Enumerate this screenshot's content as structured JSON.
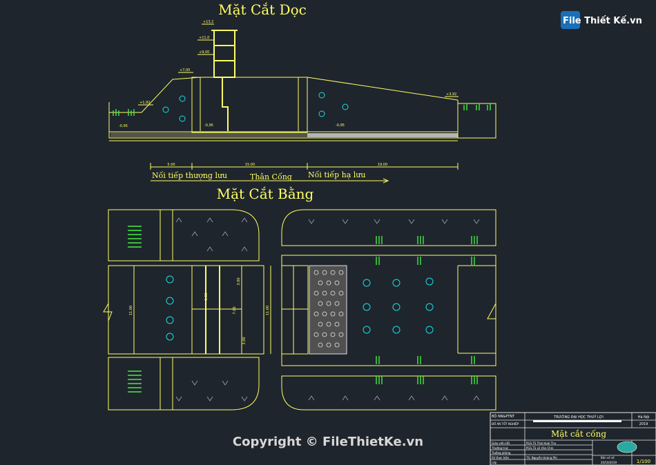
{
  "titles": {
    "section": "Mặt Cắt Dọc",
    "plan": "Mặt Cắt Bằng"
  },
  "elevations": [
    "+13,2",
    "+11,0",
    "+9,00",
    "+7,00",
    "+1,92",
    "-0,95",
    "-0,95",
    "-0,95",
    "+3,92"
  ],
  "dimensions": {
    "upstream": "5.00",
    "body": "15.00",
    "downstream": "19.00",
    "plan_width_left": "11.00",
    "plan_width_mid": "11.00",
    "plan_width_inner": "7.00",
    "plan_small_top": "3.00",
    "plan_small_bot": "3.00",
    "plan_tiny": "1.00"
  },
  "segments": {
    "upstream": "Nối tiếp thượng lưu",
    "body": "Thân Cống",
    "downstream": "Nối tiếp hạ lưu"
  },
  "logo": {
    "brand": "File Thiết Kế.vn"
  },
  "watermark": "Copyright © FileThietKe.vn",
  "title_block": {
    "ministry": "BỘ NN&PTNT",
    "ministry_sub": "ĐỒ ÁN TỐT NGHIỆP",
    "school": "TRƯỜNG ĐẠI HỌC THUỶ LỢI",
    "city": "Hà Nội",
    "year": "2019",
    "drawing_title": "Mặt cắt cống",
    "rows": [
      {
        "role": "Giáo viên HD",
        "name": "PGS.TS Thái Hoài Thu"
      },
      {
        "role": "Thường trực",
        "name": "PGS.TS Lê Văn Chín"
      },
      {
        "role": "Trưởng phòng",
        "name": ""
      },
      {
        "role": "SV thực hiện",
        "name": "TS: Nguyễn Hoàng Phi"
      },
      {
        "role": "Lớp",
        "name": ""
      }
    ],
    "sheet_label": "Bản vẽ số",
    "scale": "1/100",
    "date": "20/10/2019"
  }
}
